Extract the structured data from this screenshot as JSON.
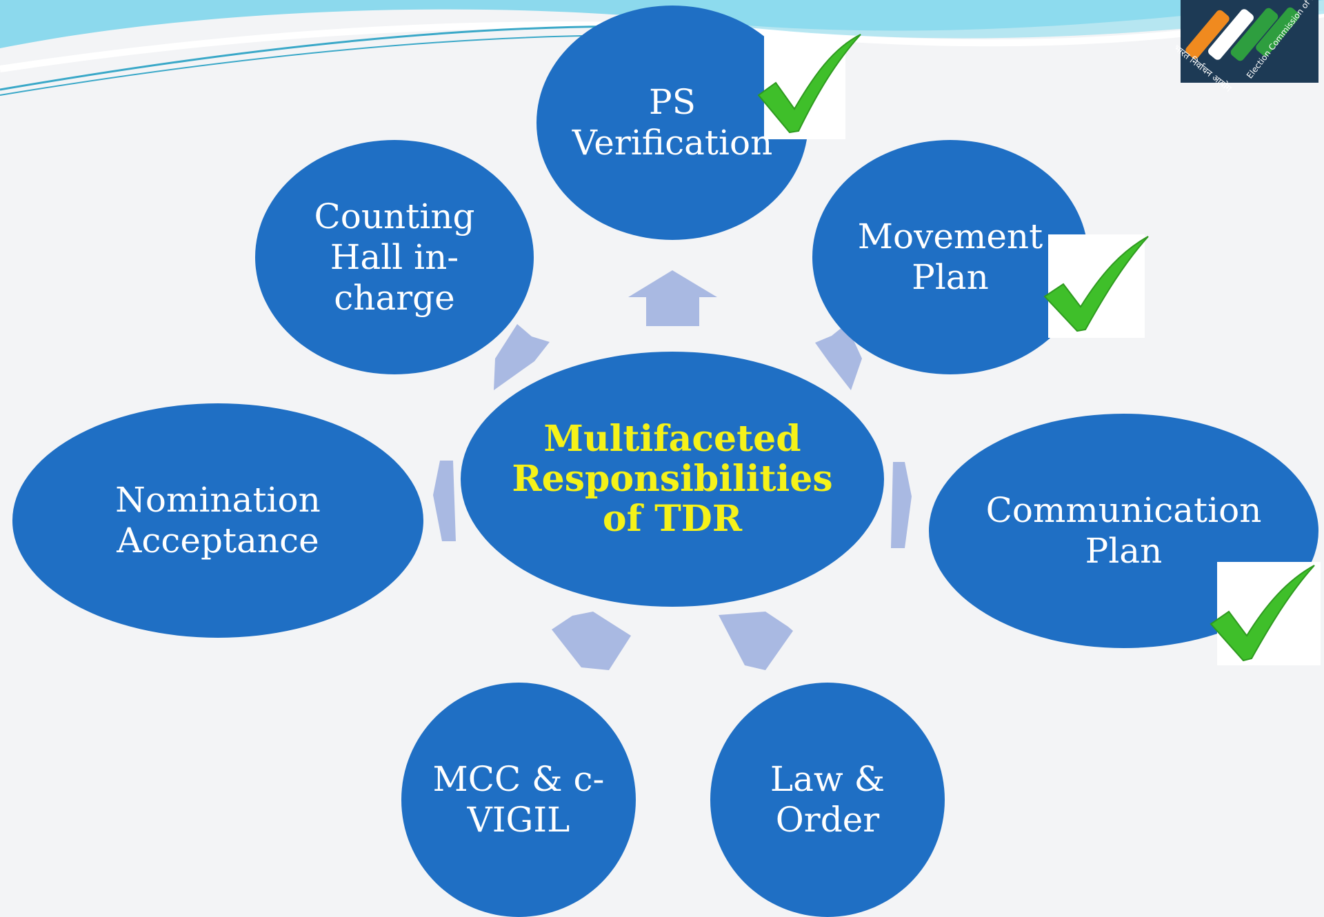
{
  "diagram": {
    "center": {
      "label": "Multifaceted\nResponsibilities\nof TDR",
      "color": "#f5f219"
    },
    "nodes": [
      {
        "id": "ps-verification",
        "label": "PS\nVerification",
        "checked": true
      },
      {
        "id": "movement-plan",
        "label": "Movement\nPlan",
        "checked": true
      },
      {
        "id": "communication-plan",
        "label": "Communication\nPlan",
        "checked": true
      },
      {
        "id": "law-order",
        "label": "Law &\nOrder",
        "checked": false
      },
      {
        "id": "mcc-cvigil",
        "label": "MCC & c-\nVIGIL",
        "checked": false
      },
      {
        "id": "nomination-acceptance",
        "label": "Nomination\nAcceptance",
        "checked": false
      },
      {
        "id": "counting-hall",
        "label": "Counting\nHall in-\ncharge",
        "checked": false
      }
    ],
    "colors": {
      "bubble": "#1f6fc4",
      "arrow": "#a9b9e2",
      "check": "#3fbf2a"
    }
  },
  "logo": {
    "text_devanagari": "भारत निर्वाचन आयोग",
    "text_english": "Election Commission of India",
    "colors": [
      "#f08a1f",
      "#ffffff",
      "#2e9e3f"
    ]
  }
}
